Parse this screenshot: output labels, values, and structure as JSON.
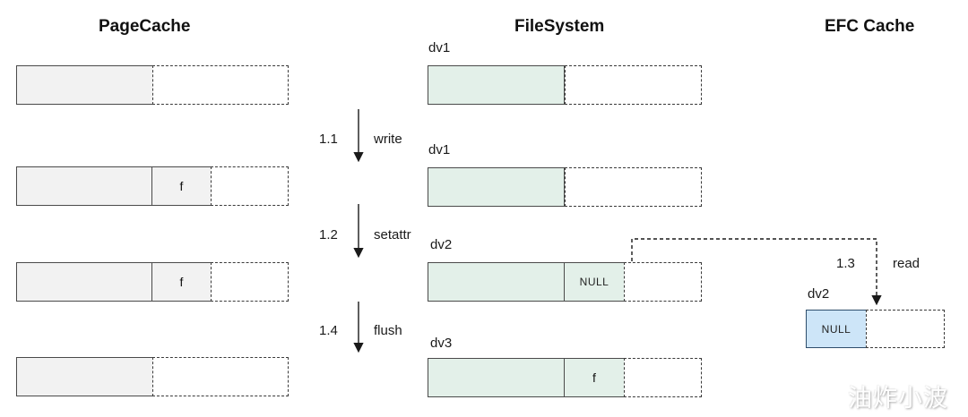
{
  "colors": {
    "pagecache_fill": "#f2f2f2",
    "filesystem_fill": "#e3f0e9",
    "efc_fill": "#cde5f8",
    "efc_border": "#2e4d6b",
    "box_border": "#4a4a4a",
    "dash_border": "#3a3a3a",
    "text": "#1a1a1a"
  },
  "pagecache": {
    "title": "PageCache",
    "rows": [
      {
        "segment_label": ""
      },
      {
        "segment_label": "f"
      },
      {
        "segment_label": "f"
      },
      {
        "segment_label": ""
      }
    ]
  },
  "filesystem": {
    "title": "FileSystem",
    "rows": [
      {
        "label": "dv1",
        "segment_label": ""
      },
      {
        "label": "dv1",
        "segment_label": ""
      },
      {
        "label": "dv2",
        "segment_label": "NULL"
      },
      {
        "label": "dv3",
        "segment_label": "f"
      }
    ]
  },
  "efc": {
    "title": "EFC Cache",
    "box_label": "dv2",
    "segment_label": "NULL"
  },
  "steps": [
    {
      "num": "1.1",
      "label": "write"
    },
    {
      "num": "1.2",
      "label": "setattr"
    },
    {
      "num": "1.4",
      "label": "flush"
    }
  ],
  "read_step": {
    "num": "1.3",
    "label": "read"
  },
  "watermark": "油炸小波"
}
